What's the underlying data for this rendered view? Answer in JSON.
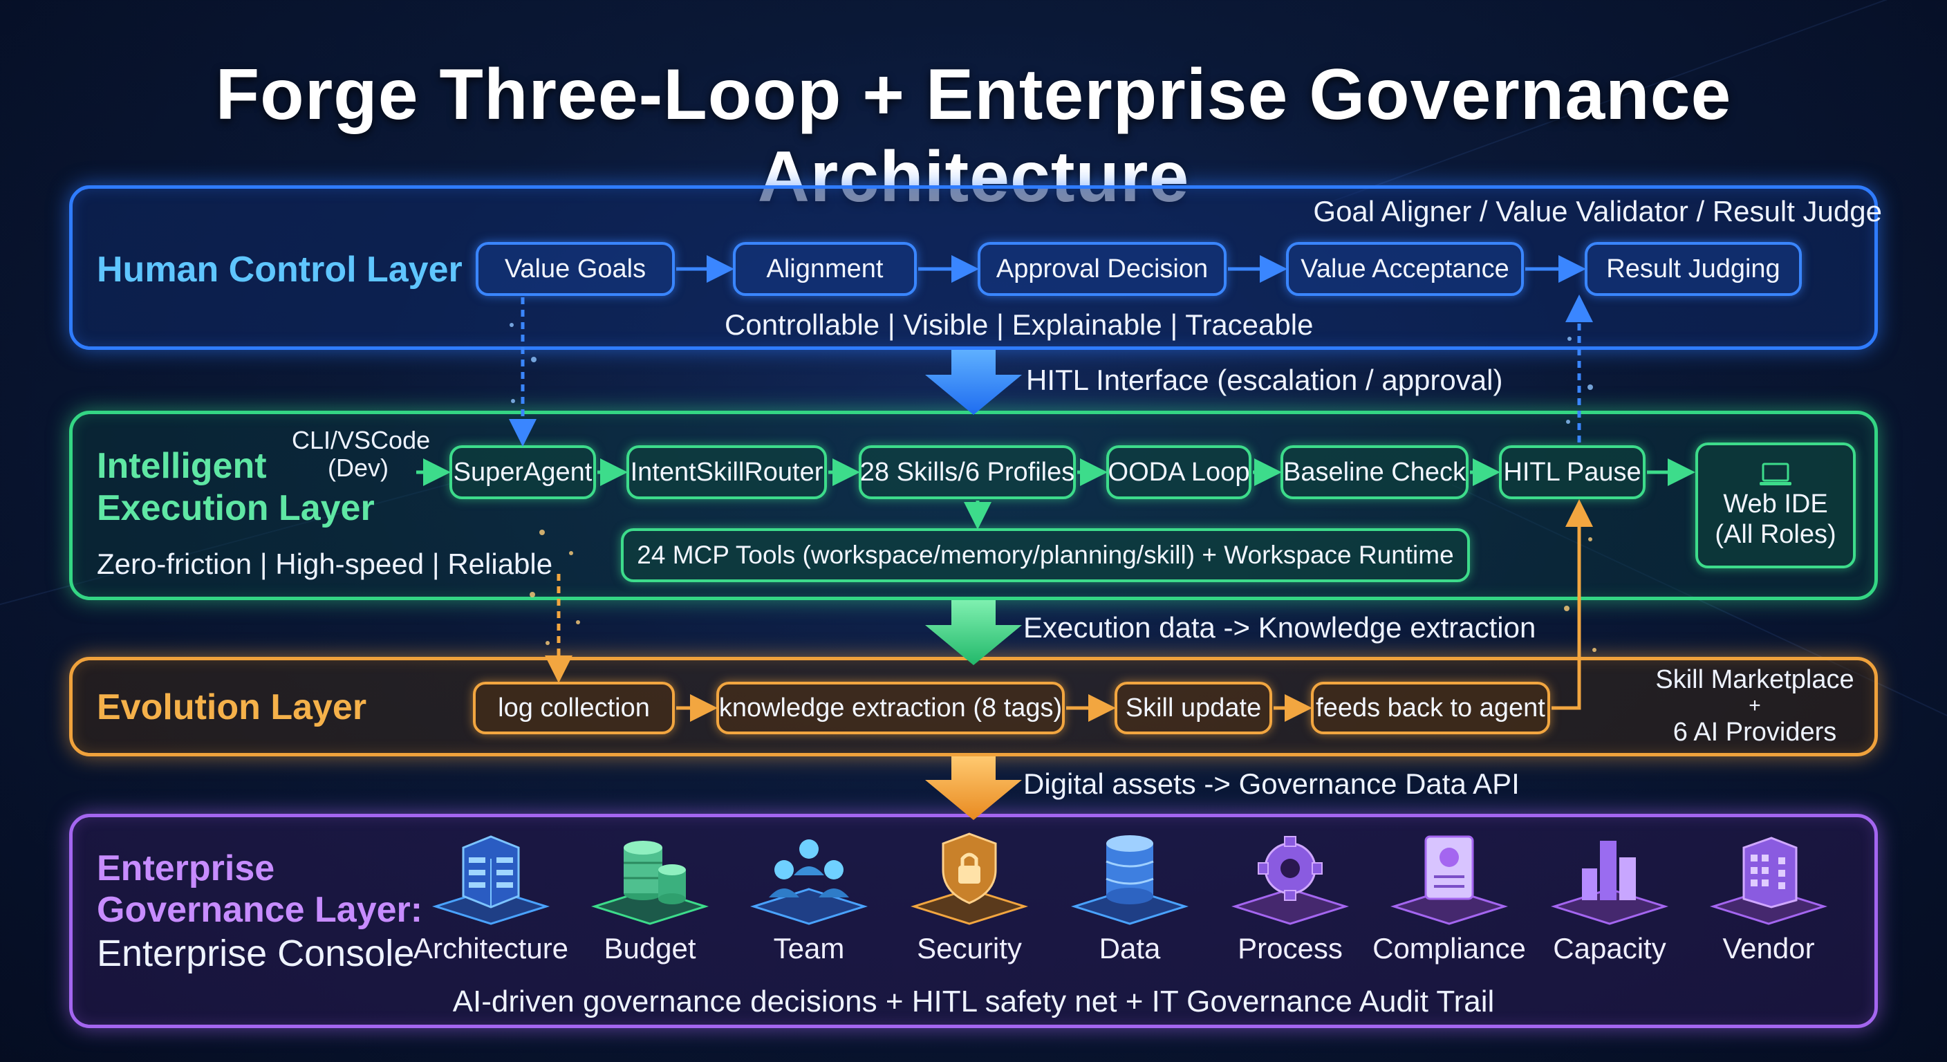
{
  "title": "Forge Three-Loop + Enterprise Governance Architecture",
  "human_layer": {
    "label": "Human Control Layer",
    "roles_caption": "Goal Aligner / Value Validator / Result Judge",
    "nodes": [
      "Value Goals",
      "Alignment",
      "Approval Decision",
      "Value Acceptance",
      "Result Judging"
    ],
    "tagline": "Controllable | Visible | Explainable | Traceable",
    "color": "#2f7cff"
  },
  "hitl_caption": "HITL Interface (escalation / approval)",
  "exec_layer": {
    "label_line1": "Intelligent",
    "label_line2": "Execution Layer",
    "cli_line1": "CLI/VSCode",
    "cli_line2": "(Dev)",
    "nodes": [
      "SuperAgent",
      "IntentSkillRouter",
      "28 Skills/6 Profiles",
      "OODA Loop",
      "Baseline Check",
      "HITL Pause"
    ],
    "tools": "24 MCP Tools (workspace/memory/planning/skill) + Workspace Runtime",
    "tagline": "Zero-friction | High-speed | Reliable",
    "web_ide_line1": "Web IDE",
    "web_ide_line2": "(All Roles)",
    "web_ide_icon": "laptop-icon",
    "color": "#34d684"
  },
  "exec_caption": "Execution data -> Knowledge extraction",
  "evo_layer": {
    "label": "Evolution Layer",
    "nodes": [
      "log collection",
      "knowledge extraction (8 tags)",
      "Skill update",
      "feeds back to agent"
    ],
    "side_line1": "Skill Marketplace",
    "side_line2": "+",
    "side_line3": "6 AI Providers",
    "color": "#f0a23c"
  },
  "gov_caption": "Digital assets -> Governance Data API",
  "gov_layer": {
    "label_line1": "Enterprise",
    "label_line2": "Governance Layer:",
    "label_line3": "Enterprise Console",
    "items": [
      {
        "label": "Architecture",
        "icon": "server-rack-icon"
      },
      {
        "label": "Budget",
        "icon": "coin-stack-icon"
      },
      {
        "label": "Team",
        "icon": "team-icon"
      },
      {
        "label": "Security",
        "icon": "shield-lock-icon"
      },
      {
        "label": "Data",
        "icon": "database-icon"
      },
      {
        "label": "Process",
        "icon": "gear-icon"
      },
      {
        "label": "Compliance",
        "icon": "document-badge-icon"
      },
      {
        "label": "Capacity",
        "icon": "bar-towers-icon"
      },
      {
        "label": "Vendor",
        "icon": "building-icon"
      }
    ],
    "footer": "AI-driven governance decisions + HITL safety net + IT Governance Audit Trail",
    "color": "#a466f0"
  }
}
